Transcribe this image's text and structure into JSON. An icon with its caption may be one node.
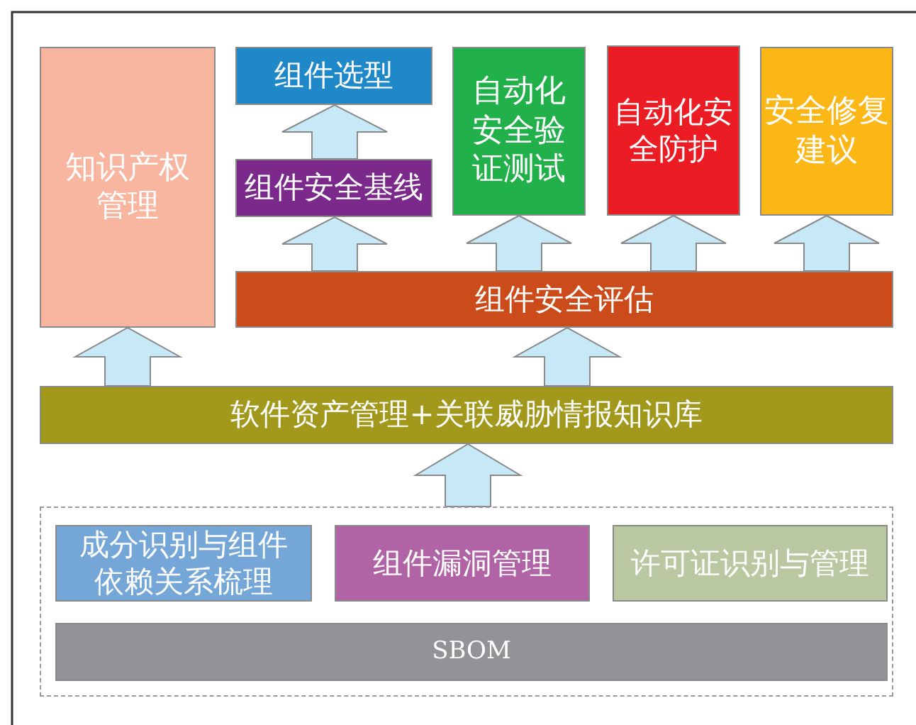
{
  "diagram": {
    "nodes": [
      {
        "text": [
          "知识产权管理"
        ]
      },
      {
        "text": [
          "组件选型"
        ]
      },
      {
        "text": [
          "组件安全基线"
        ]
      },
      {
        "text": [
          "自动化安全验证测试"
        ]
      },
      {
        "text": [
          "自动化安全防护"
        ]
      },
      {
        "text": [
          "安全修复建议"
        ]
      },
      {
        "text": [
          "组件安全评估"
        ]
      },
      {
        "text": [
          "软件资产管理+关联威胁情报知识库"
        ]
      },
      {
        "text": [],
        "shape": "box"
      },
      {
        "text": [
          "成分识别与组件依赖关系梳理"
        ],
        "in": 8
      },
      {
        "text": [
          "组件漏洞管理"
        ],
        "in": 8
      },
      {
        "text": [
          "许可证识别与管理"
        ],
        "in": 8
      },
      {
        "text": [
          "SBOM"
        ],
        "in": 8
      }
    ],
    "edges": [
      {
        "from": 2,
        "to": 1,
        "arrow": "to"
      },
      {
        "from": 6,
        "to": 2,
        "arrow": "to"
      },
      {
        "from": 6,
        "to": 3,
        "arrow": "to"
      },
      {
        "from": 6,
        "to": 4,
        "arrow": "to"
      },
      {
        "from": 6,
        "to": 5,
        "arrow": "to"
      },
      {
        "from": 7,
        "to": 0,
        "arrow": "to"
      },
      {
        "from": 7,
        "to": 6,
        "arrow": "to"
      },
      {
        "from": 8,
        "to": 7,
        "arrow": "to"
      }
    ]
  }
}
